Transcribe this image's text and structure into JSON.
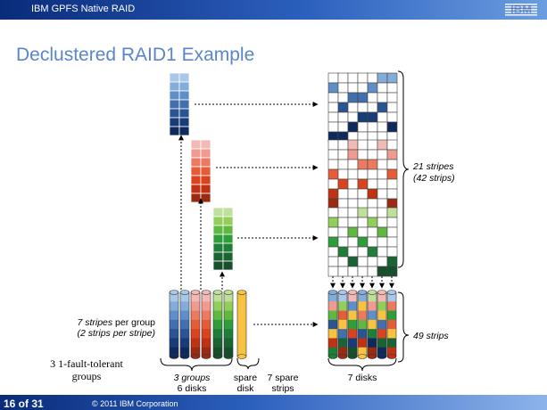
{
  "header": {
    "title": "IBM GPFS Native RAID",
    "logo": "IBM"
  },
  "slide": {
    "title": "Declustered RAID1 Example"
  },
  "labels": {
    "stripes_bracket_line1": "21 stripes",
    "stripes_bracket_line2": "(42 strips)",
    "strips_bracket": "49 strips",
    "per_group_em": "7 stripes",
    "per_group_rest": " per group",
    "per_group_line2": "(2 strips per stripe)",
    "fault_tolerant_line1": "3 1-fault-tolerant",
    "fault_tolerant_line2": "groups",
    "groups_line1": "3 groups",
    "groups_line2": "6 disks",
    "spare_line1": "spare",
    "spare_line2": "disk",
    "spare_strips_line1": "7 spare",
    "spare_strips_line2": "strips",
    "seven_disks": "7 disks"
  },
  "footer": {
    "page": "16 of 31",
    "copyright": "© 2011 IBM Corporation"
  },
  "colors": {
    "blue": [
      "#a9c8e8",
      "#84acd9",
      "#5f8fc8",
      "#426fae",
      "#2a5492",
      "#173c78",
      "#0e2a5c"
    ],
    "red": [
      "#f3b9b4",
      "#f09a90",
      "#ec7a60",
      "#e75c38",
      "#d9431e",
      "#bf3214",
      "#9a2a12"
    ],
    "green": [
      "#bfe09a",
      "#92cf5a",
      "#5fb840",
      "#2e9e3a",
      "#1f7f3a",
      "#1a6433",
      "#174f2c"
    ],
    "yellow": "#f8c340"
  }
}
